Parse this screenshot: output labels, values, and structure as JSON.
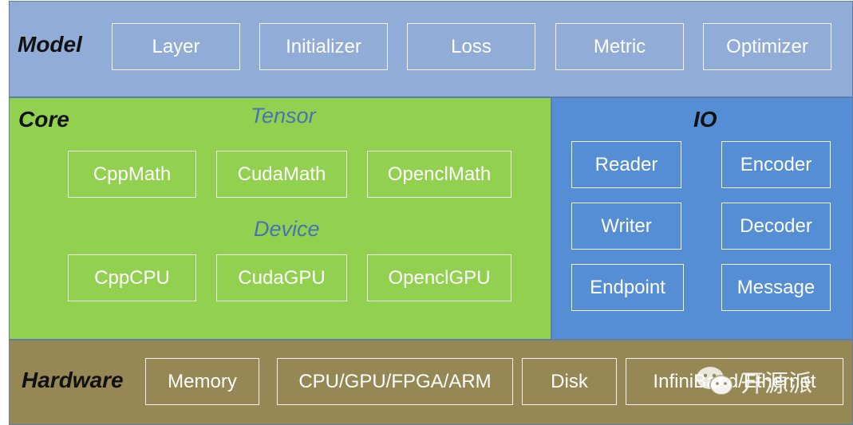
{
  "model": {
    "title": "Model",
    "items": [
      "Layer",
      "Initializer",
      "Loss",
      "Metric",
      "Optimizer"
    ]
  },
  "core": {
    "title": "Core",
    "tensor_label": "Tensor",
    "tensor_items": [
      "CppMath",
      "CudaMath",
      "OpenclMath"
    ],
    "device_label": "Device",
    "device_items": [
      "CppCPU",
      "CudaGPU",
      "OpenclGPU"
    ]
  },
  "io": {
    "title": "IO",
    "items": [
      "Reader",
      "Encoder",
      "Writer",
      "Decoder",
      "Endpoint",
      "Message"
    ]
  },
  "hardware": {
    "title": "Hardware",
    "items": [
      "Memory",
      "CPU/GPU/FPGA/ARM",
      "Disk",
      "InfiniBand/Ethernet"
    ]
  },
  "watermark": {
    "text": "开源派",
    "icon": "wechat-icon"
  },
  "colors": {
    "model": "#91acd6",
    "core": "#92d150",
    "io": "#558ed5",
    "hardware": "#958855",
    "sublabel": "#4a72b0"
  }
}
